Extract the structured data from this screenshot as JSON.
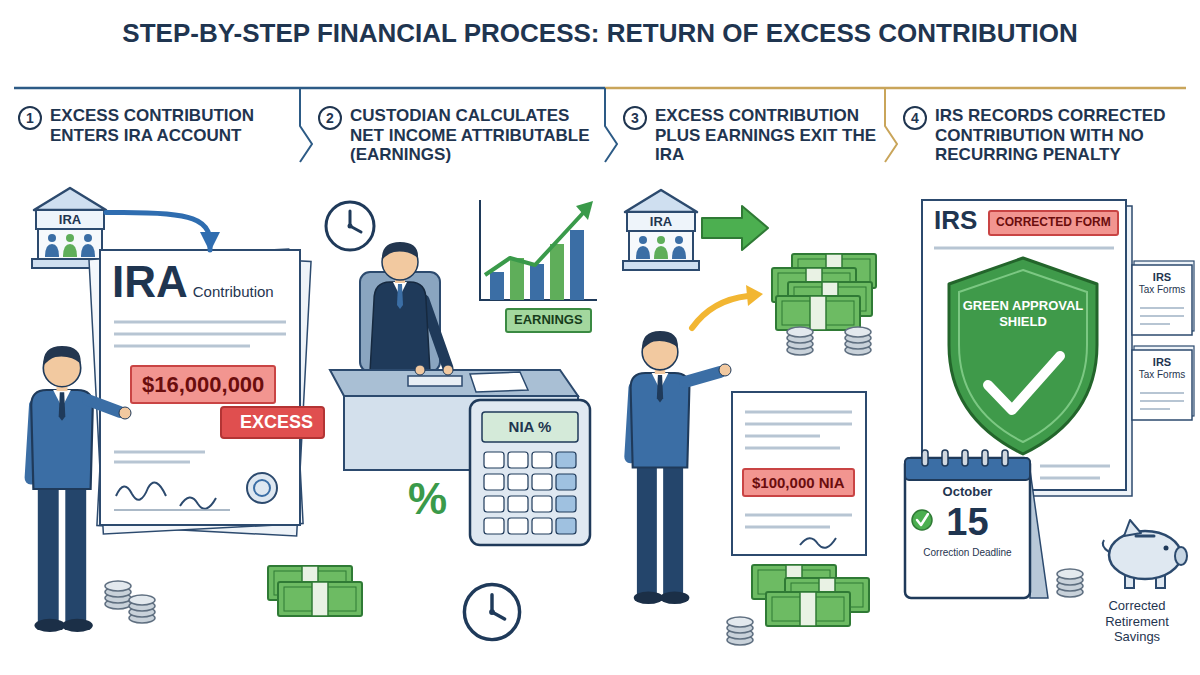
{
  "diagram": {
    "title": "STEP-BY-STEP FINANCIAL PROCESS: RETURN OF EXCESS CONTRIBUTION",
    "nodes": [
      {
        "text": [
          "1",
          "EXCESS CONTRIBUTION ENTERS IRA ACCOUNT"
        ]
      },
      {
        "text": [
          "IRA"
        ],
        "in": 0
      },
      {
        "text": [
          "IRA",
          "Contribution"
        ],
        "in": 0
      },
      {
        "text": [
          "$16,000,000"
        ],
        "in": 2
      },
      {
        "text": [
          "EXCESS"
        ],
        "in": 0
      },
      {
        "text": [
          "2",
          "CUSTODIAN CALCULATES NET INCOME ATTRIBUTABLE (EARNINGS)"
        ]
      },
      {
        "text": [
          "EARNINGS"
        ],
        "in": 5
      },
      {
        "text": [
          "NIA %"
        ],
        "in": 5
      },
      {
        "text": [
          "3",
          "EXCESS CONTRIBUTION PLUS EARNINGS EXIT THE IRA"
        ]
      },
      {
        "text": [
          "IRA"
        ],
        "in": 8
      },
      {
        "text": [
          "$100,000 NIA"
        ],
        "in": 8
      },
      {
        "text": [
          "4",
          "IRS RECORDS CORRECTED CONTRIBUTION WITH NO RECURRING PENALTY"
        ]
      },
      {
        "text": [
          "IRS"
        ],
        "in": 11
      },
      {
        "text": [
          "CORRECTED FORM"
        ],
        "in": 12
      },
      {
        "text": [
          "GREEN APPROVAL SHIELD"
        ],
        "in": 12
      },
      {
        "text": [
          "IRS",
          "Tax Forms"
        ],
        "in": 11
      },
      {
        "text": [
          "IRS",
          "Tax Forms"
        ],
        "in": 11
      },
      {
        "text": [
          "October",
          "15",
          "Correction Deadline"
        ],
        "in": 11
      }
    ],
    "edges": [
      {
        "from": 1,
        "to": 2,
        "arrow": "to"
      }
    ],
    "labels": [
      "%",
      "Corrected Retirement Savings"
    ]
  }
}
